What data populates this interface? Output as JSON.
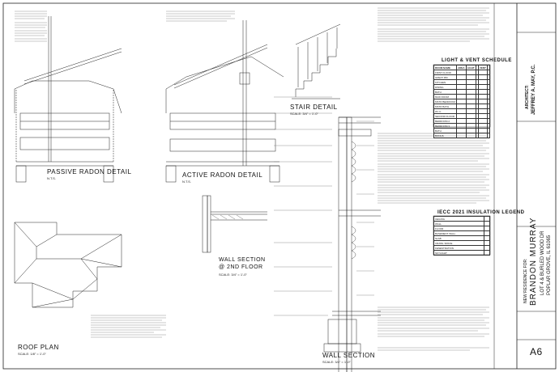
{
  "details": {
    "passive_radon": {
      "title": "PASSIVE RADON DETAIL",
      "scale": "N.T.S."
    },
    "active_radon": {
      "title": "ACTIVE RADON DETAIL",
      "scale": "N.T.S."
    },
    "stair": {
      "title": "STAIR DETAIL",
      "scale": "SCALE: 3/4\" = 1'-0\""
    },
    "wall_2nd": {
      "title_line1": "WALL SECTION",
      "title_line2": "@ 2ND FLOOR",
      "scale": "SCALE: 3/4\" = 1'-0\""
    },
    "roof_plan": {
      "title": "ROOF PLAN",
      "scale": "SCALE: 1/8\" = 1'-0\""
    },
    "wall_section": {
      "title": "WALL SECTION",
      "scale": "SCALE: 3/4\" = 1'-0\""
    }
  },
  "schedules": {
    "light_vent": {
      "title": "LIGHT & VENT SCHEDULE",
      "header": [
        "ROOM NAME",
        "AREA",
        "LIGHT",
        "",
        "VENT",
        ""
      ],
      "rows": [
        [
          "FIRST FLOOR",
          "",
          "",
          "",
          "",
          ""
        ],
        [
          "GREAT RM",
          "",
          "",
          "",
          "",
          ""
        ],
        [
          "KITCHEN",
          "",
          "",
          "",
          "",
          ""
        ],
        [
          "DINING",
          "",
          "",
          "",
          "",
          ""
        ],
        [
          "BATH",
          "",
          "",
          "",
          "",
          ""
        ],
        [
          "MUD ROOM",
          "",
          "",
          "",
          "",
          ""
        ],
        [
          "MSTR BEDROOM",
          "",
          "",
          "",
          "",
          ""
        ],
        [
          "MSTR BATH",
          "",
          "",
          "",
          "",
          ""
        ],
        [
          "W.I.C.",
          "",
          "",
          "",
          "",
          ""
        ],
        [
          "SECOND FLOOR",
          "",
          "",
          "",
          "",
          ""
        ],
        [
          "BEDROOM 2",
          "",
          "",
          "",
          "",
          ""
        ],
        [
          "BEDROOM 3",
          "",
          "",
          "",
          "",
          ""
        ],
        [
          "BATH",
          "",
          "",
          "",
          "",
          ""
        ],
        [
          "BONUS",
          "",
          "",
          "",
          "",
          ""
        ]
      ]
    },
    "iecc": {
      "title": "IECC 2021 INSULATION LEGEND",
      "rows": [
        [
          "CEILING",
          ""
        ],
        [
          "WALL",
          ""
        ],
        [
          "FLOOR",
          ""
        ],
        [
          "BASEMENT WALL",
          ""
        ],
        [
          "SLAB",
          ""
        ],
        [
          "CRAWL SPACE",
          ""
        ],
        [
          "FENESTRATION",
          ""
        ],
        [
          "SKYLIGHT",
          ""
        ]
      ]
    }
  },
  "title_block": {
    "project_line1": "NEW RESIDENCE FOR:",
    "project_line2": "BRANDON MURRAY",
    "project_line3": "LOT 4 & BURLED WOOD DR",
    "project_line4": "POPLAR GROVE, IL 61065",
    "architect_label": "ARCHITECT:",
    "architect_name": "JEFFREY A. MAY, P.C.",
    "sheet_number": "A6"
  }
}
